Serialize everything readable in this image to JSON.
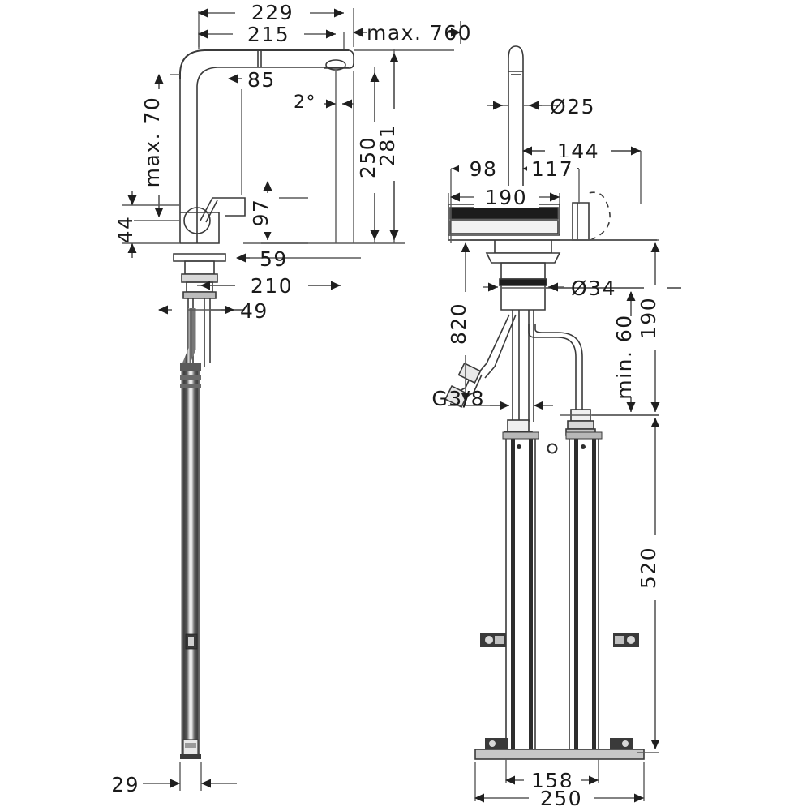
{
  "drawing": {
    "title": "Kitchen mixer tap dimensional drawing",
    "units": "mm",
    "line_color": "#3a3a3a",
    "text_color": "#1a1a1a",
    "hose_color": "#4d4d4d",
    "background": "#ffffff"
  },
  "views": {
    "left": {
      "name": "side-elevation-view",
      "description": "Side elevation of pull-out kitchen mixer with hose"
    },
    "right": {
      "name": "front-elevation-view",
      "description": "Front elevation of mixer with mounting rails and connections"
    }
  },
  "dimensions": {
    "d_229": "229",
    "d_215": "215",
    "d_max760": "max. 760",
    "d_85": "85",
    "d_2deg": "2°",
    "d_250": "250",
    "d_281": "281",
    "d_max70": "max. 70",
    "d_44": "44",
    "d_97": "97",
    "d_59": "59",
    "d_210": "210",
    "d_49": "49",
    "d_29": "29",
    "d_dia25": "Ø25",
    "d_144": "144",
    "d_98": "98",
    "d_117": "117",
    "d_190_top": "190",
    "d_820": "820",
    "d_dia34": "Ø34",
    "d_min60": "min. 60",
    "d_190_right": "190",
    "d_g38": "G3/8",
    "d_520": "520",
    "d_158": "158",
    "d_250_bottom": "250"
  }
}
